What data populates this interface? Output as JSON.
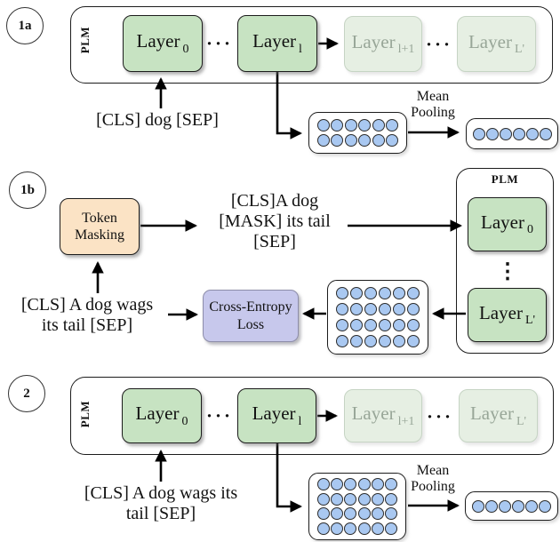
{
  "colors": {
    "layer_green": "#c7e3c2",
    "layer_faded_bg": "#e6efe3",
    "layer_faded_border": "#c6d4c4",
    "layer_faded_text": "#98a698",
    "token_masking_orange": "#fbe3c5",
    "cross_entropy_purple": "#c7c8ec",
    "embedding_blue": "#a9c8f1"
  },
  "s1a": {
    "badge": "1a",
    "plm_label": "PLM",
    "layer0": {
      "text": "Layer",
      "sub": "0"
    },
    "layer_l": {
      "text": "Layer",
      "sub": "l"
    },
    "layer_l1": {
      "text": "Layer",
      "sub": "l+1"
    },
    "layer_L": {
      "text": "Layer",
      "sub": "L'"
    },
    "dots1": "···",
    "dots2": "···",
    "input_text": "[CLS] dog [SEP]",
    "mean_pooling_line1": "Mean",
    "mean_pooling_line2": "Pooling",
    "embedding_grid": {
      "rows": 2,
      "cols": 6
    },
    "pooled_grid": {
      "rows": 1,
      "cols": 6
    }
  },
  "s1b": {
    "badge": "1b",
    "token_masking_line1": "Token",
    "token_masking_line2": "Masking",
    "masked_line1": "[CLS]A dog",
    "masked_line2": "[MASK] its tail",
    "masked_line3": "[SEP]",
    "plm_label": "PLM",
    "layer0": {
      "text": "Layer",
      "sub": "0"
    },
    "layer_L": {
      "text": "Layer",
      "sub": "L'"
    },
    "vdots": "⋮",
    "cross_entropy_line1": "Cross-Entropy",
    "cross_entropy_line2": "Loss",
    "input_line1": "[CLS] A dog wags",
    "input_line2": "its tail [SEP]",
    "embedding_grid": {
      "rows": 4,
      "cols": 6
    }
  },
  "s2": {
    "badge": "2",
    "plm_label": "PLM",
    "layer0": {
      "text": "Layer",
      "sub": "0"
    },
    "layer_l": {
      "text": "Layer",
      "sub": "l"
    },
    "layer_l1": {
      "text": "Layer",
      "sub": "l+1"
    },
    "layer_L": {
      "text": "Layer",
      "sub": "L'"
    },
    "dots1": "···",
    "dots2": "···",
    "input_line1": "[CLS] A dog wags its",
    "input_line2": "tail [SEP]",
    "mean_pooling_line1": "Mean",
    "mean_pooling_line2": "Pooling",
    "embedding_grid": {
      "rows": 4,
      "cols": 6
    },
    "pooled_grid": {
      "rows": 1,
      "cols": 6
    }
  }
}
